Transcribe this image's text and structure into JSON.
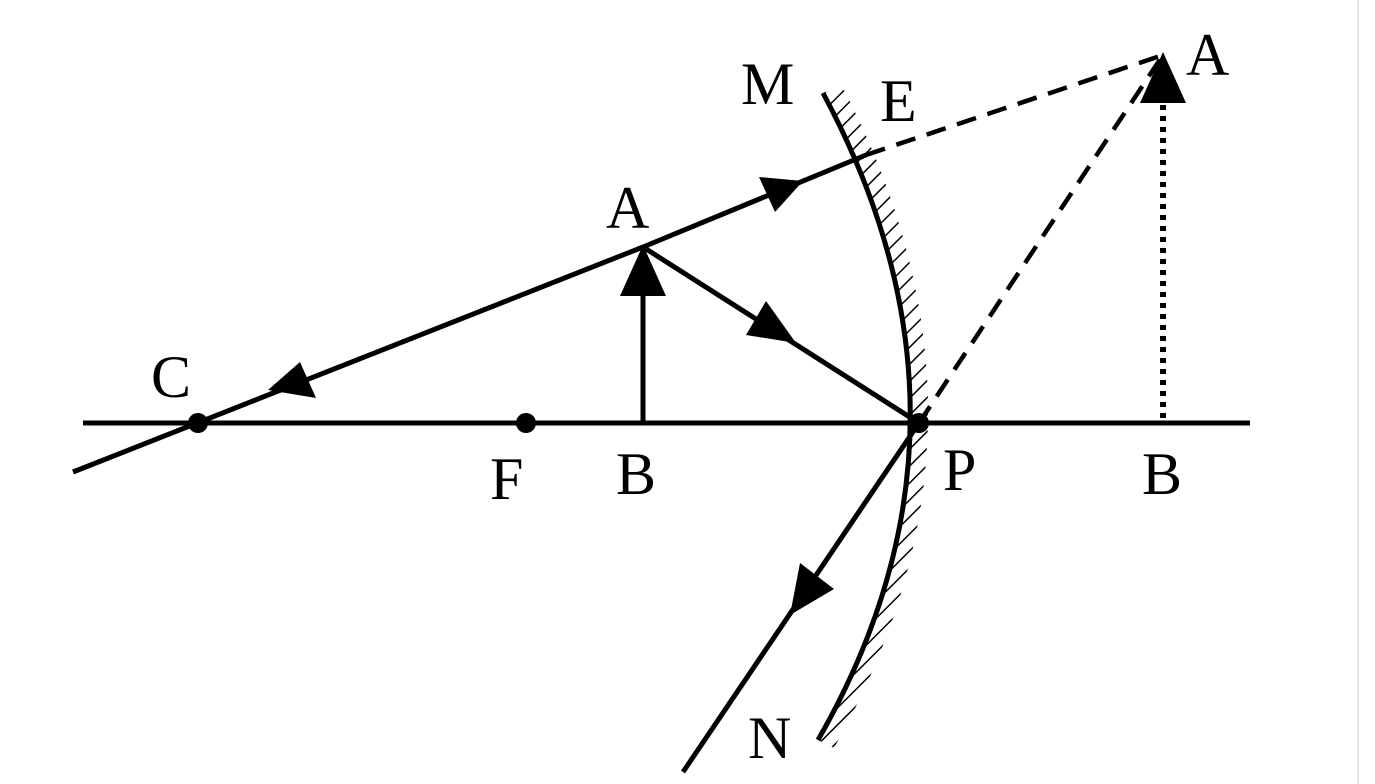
{
  "labels": {
    "M": "M",
    "E": "E",
    "A_image": "A",
    "A_object": "A",
    "C": "C",
    "F": "F",
    "B_object": "B",
    "P": "P",
    "B_image": "B",
    "N": "N"
  },
  "colors": {
    "ink": "#000000",
    "background": "#ffffff"
  }
}
